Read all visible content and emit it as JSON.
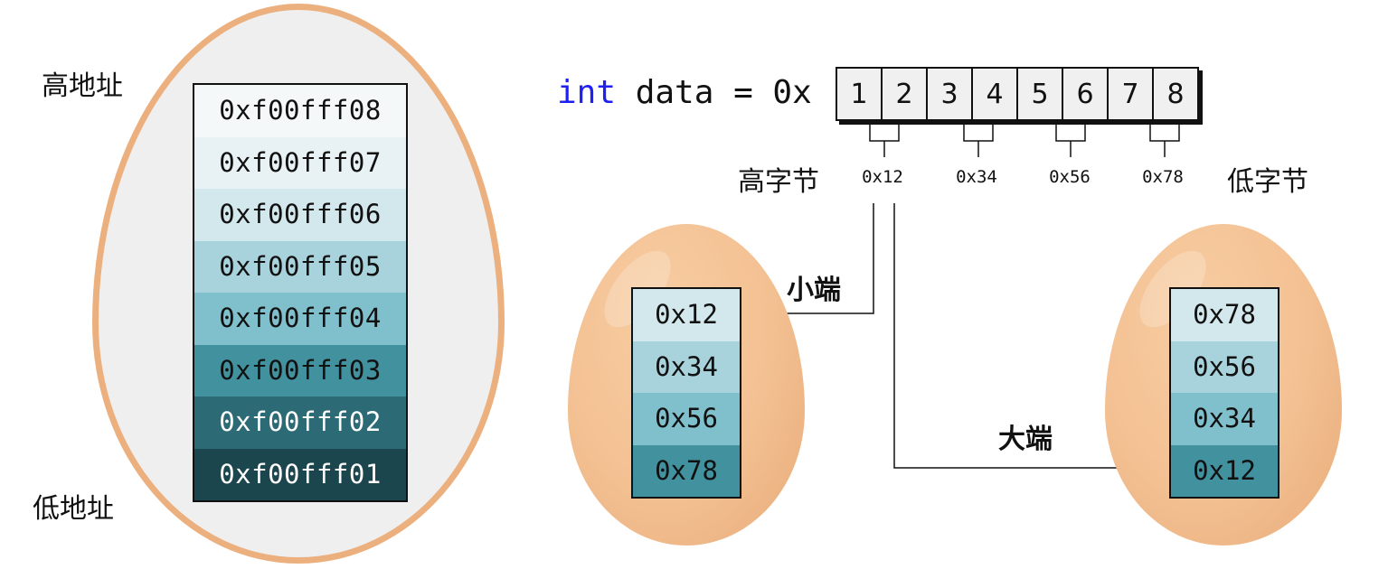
{
  "memory": {
    "high_label": "高地址",
    "low_label": "低地址",
    "addresses": [
      {
        "text": "0xf00fff08",
        "bg": "#f4f8f9",
        "fg": "#111111"
      },
      {
        "text": "0xf00fff07",
        "bg": "#e8f2f4",
        "fg": "#111111"
      },
      {
        "text": "0xf00fff06",
        "bg": "#d3e8ed",
        "fg": "#111111"
      },
      {
        "text": "0xf00fff05",
        "bg": "#a9d3dc",
        "fg": "#111111"
      },
      {
        "text": "0xf00fff04",
        "bg": "#80c0cc",
        "fg": "#111111"
      },
      {
        "text": "0xf00fff03",
        "bg": "#41919f",
        "fg": "#111111"
      },
      {
        "text": "0xf00fff02",
        "bg": "#2c6b76",
        "fg": "#ffffff"
      },
      {
        "text": "0xf00fff01",
        "bg": "#1c464e",
        "fg": "#ffffff"
      }
    ]
  },
  "code": {
    "keyword": "int",
    "rest": " data = 0x",
    "digits": [
      "1",
      "2",
      "3",
      "4",
      "5",
      "6",
      "7",
      "8"
    ]
  },
  "bytes": {
    "high_label": "高字节",
    "low_label": "低字节",
    "values": [
      "0x12",
      "0x34",
      "0x56",
      "0x78"
    ]
  },
  "little_endian": {
    "label": "小端",
    "cells": [
      {
        "text": "0x12",
        "bg": "#d3e8ed"
      },
      {
        "text": "0x34",
        "bg": "#a9d3dc"
      },
      {
        "text": "0x56",
        "bg": "#80c0cc"
      },
      {
        "text": "0x78",
        "bg": "#41919f"
      }
    ]
  },
  "big_endian": {
    "label": "大端",
    "cells": [
      {
        "text": "0x78",
        "bg": "#d3e8ed"
      },
      {
        "text": "0x56",
        "bg": "#a9d3dc"
      },
      {
        "text": "0x34",
        "bg": "#80c0cc"
      },
      {
        "text": "0x12",
        "bg": "#41919f"
      }
    ]
  }
}
